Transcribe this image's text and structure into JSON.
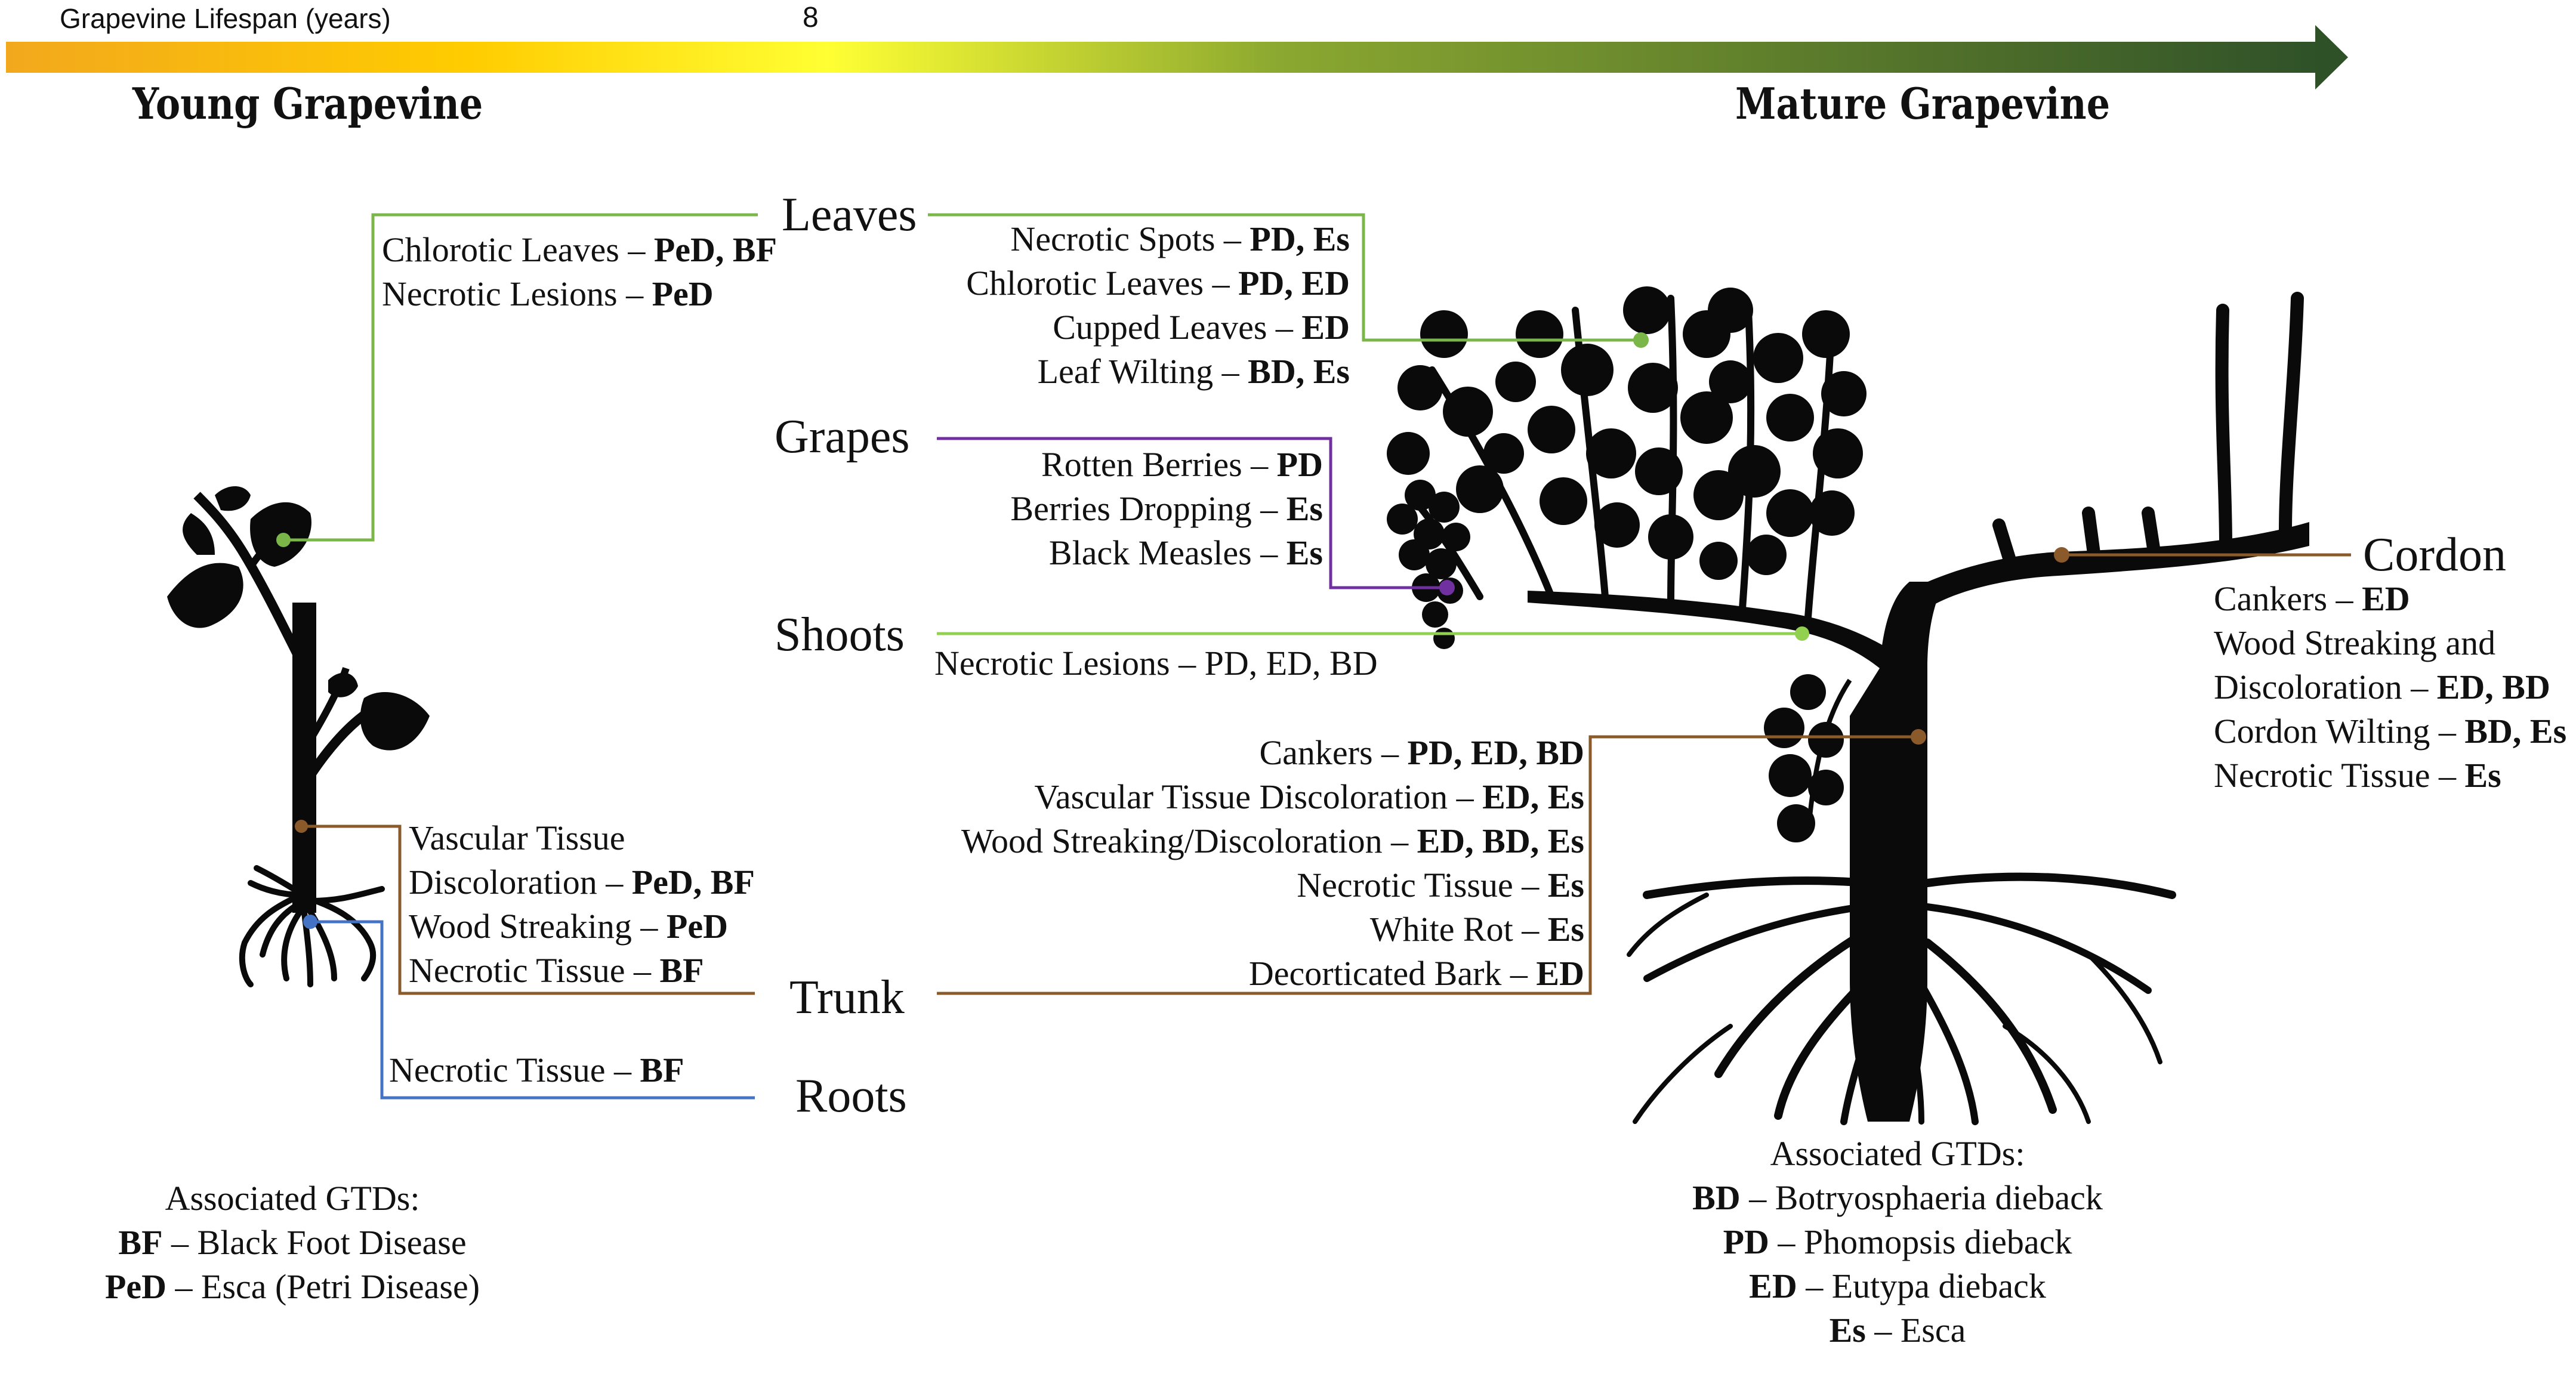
{
  "header": {
    "lifespan_label": "Grapevine Lifespan (years)",
    "lifespan_marker": "8",
    "young_title": "Young Grapevine",
    "mature_title": "Mature Grapevine",
    "arrow_colors": [
      "#f2a81d",
      "#ffe600",
      "#ffff33",
      "#8ba830",
      "#2f5128"
    ]
  },
  "organs": {
    "leaves": "Leaves",
    "grapes": "Grapes",
    "shoots": "Shoots",
    "trunk": "Trunk",
    "roots": "Roots",
    "cordon": "Cordon"
  },
  "colors": {
    "leaves": "#7ab648",
    "grapes": "#7030a0",
    "shoots": "#92d050",
    "trunk": "#8b5a2b",
    "roots": "#4472c4",
    "silhouette": "#0a0a0a"
  },
  "young": {
    "leaves": [
      {
        "name": "Chlorotic Leaves – ",
        "codes": "PeD, BF"
      },
      {
        "name": "Necrotic Lesions – ",
        "codes": "PeD"
      }
    ],
    "trunk": [
      {
        "name": "Vascular Tissue",
        "codes": ""
      },
      {
        "name": "Discoloration – ",
        "codes": "PeD, BF"
      },
      {
        "name": "Wood Streaking – ",
        "codes": "PeD"
      },
      {
        "name": "Necrotic Tissue – ",
        "codes": "BF"
      }
    ],
    "roots": [
      {
        "name": "Necrotic Tissue – ",
        "codes": "BF"
      }
    ]
  },
  "mature": {
    "leaves": [
      {
        "name": "Necrotic Spots – ",
        "codes": "PD, Es"
      },
      {
        "name": "Chlorotic Leaves – ",
        "codes": "PD, ED"
      },
      {
        "name": "Cupped Leaves – ",
        "codes": "ED"
      },
      {
        "name": "Leaf Wilting – ",
        "codes": "BD, Es"
      }
    ],
    "grapes": [
      {
        "name": "Rotten Berries – ",
        "codes": "PD"
      },
      {
        "name": "Berries Dropping – ",
        "codes": "Es"
      },
      {
        "name": "Black Measles – ",
        "codes": "Es"
      }
    ],
    "shoots": [
      {
        "name": "Necrotic Lesions – PD, ED, BD",
        "codes": ""
      }
    ],
    "trunk": [
      {
        "name": "Cankers – ",
        "codes": "PD, ED, BD"
      },
      {
        "name": "Vascular Tissue Discoloration – ",
        "codes": "ED, Es"
      },
      {
        "name": "Wood Streaking/Discoloration – ",
        "codes": "ED, BD, Es"
      },
      {
        "name": "Necrotic Tissue – ",
        "codes": "Es"
      },
      {
        "name": "White Rot – ",
        "codes": "Es"
      },
      {
        "name": "Decorticated Bark – ",
        "codes": "ED"
      }
    ],
    "cordon": [
      {
        "name": "Cankers – ",
        "codes": "ED"
      },
      {
        "name": "Wood Streaking and",
        "codes": ""
      },
      {
        "name": "Discoloration – ",
        "codes": "ED, BD"
      },
      {
        "name": "Cordon Wilting – ",
        "codes": "BD, Es"
      },
      {
        "name": "Necrotic Tissue – ",
        "codes": "Es"
      }
    ]
  },
  "legend_young": {
    "heading": "Associated GTDs:",
    "items": [
      {
        "code": "BF",
        "text": " – Black Foot Disease"
      },
      {
        "code": "PeD",
        "text": " – Esca (Petri Disease)"
      }
    ]
  },
  "legend_mature": {
    "heading": "Associated GTDs:",
    "items": [
      {
        "code": "BD",
        "text": " – Botryosphaeria dieback"
      },
      {
        "code": "PD",
        "text": " – Phomopsis dieback"
      },
      {
        "code": "ED",
        "text": " – Eutypa dieback"
      },
      {
        "code": "Es",
        "text": " – Esca"
      }
    ]
  }
}
